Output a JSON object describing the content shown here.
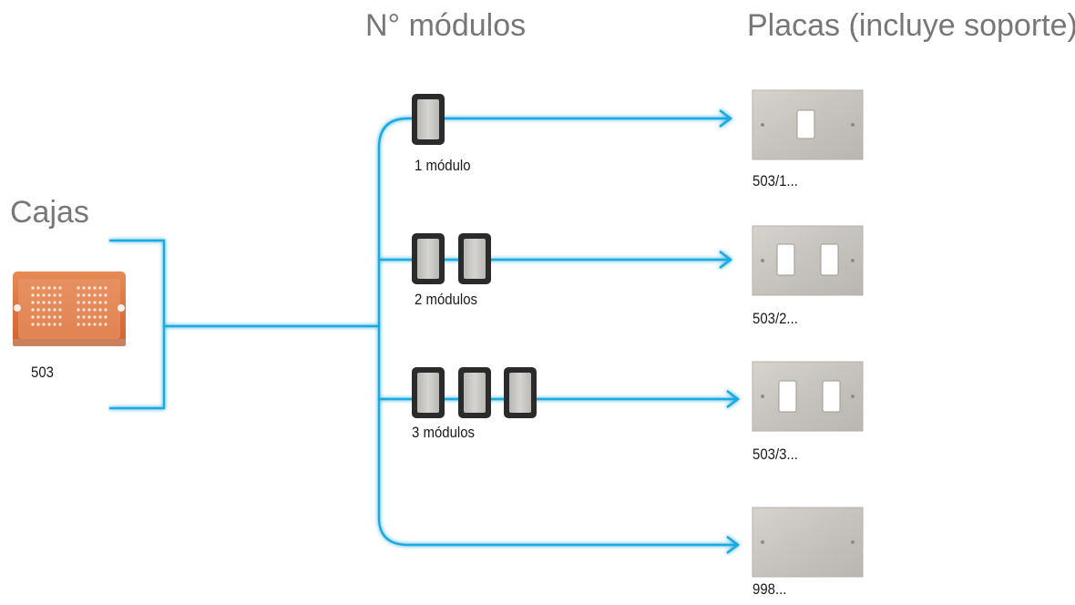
{
  "headings": {
    "modules": "N° módulos",
    "plates": "Placas (incluye soporte)",
    "boxes": "Cajas"
  },
  "box": {
    "code": "503"
  },
  "module_rows": [
    {
      "label": "1 módulo",
      "count": 1,
      "plate_code": "503/1...",
      "plate_openings": 1
    },
    {
      "label": "2 módulos",
      "count": 2,
      "plate_code": "503/2...",
      "plate_openings": 2
    },
    {
      "label": "3 módulos",
      "count": 3,
      "plate_code": "503/3...",
      "plate_openings": 2
    },
    {
      "label": "",
      "count": 0,
      "plate_code": "998...",
      "plate_openings": 0
    }
  ],
  "colors": {
    "line": "#1ea8e0",
    "heading_text": "#777777",
    "box_orange": "#e0723e",
    "plate_metal": "#c9c6c0",
    "module_frame": "#2b2b2b",
    "module_face": "#c8c6c2"
  }
}
